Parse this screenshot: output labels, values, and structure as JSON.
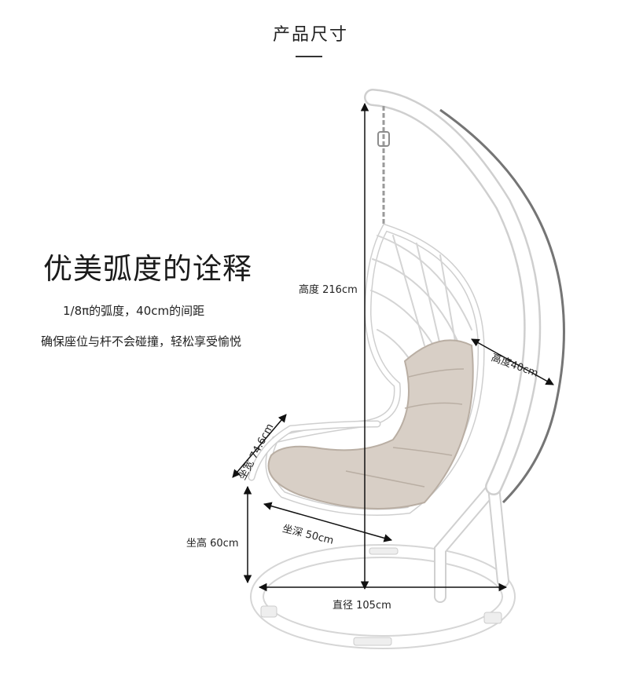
{
  "header": {
    "title": "产品尺寸"
  },
  "intro": {
    "headline": "优美弧度的诠释",
    "line1": "1/8π的弧度，40cm的间距",
    "line2": "确保座位与杆不会碰撞，轻松享受愉悦"
  },
  "dimensions": {
    "total_height": "高度 216cm",
    "seat_height": "坐高 60cm",
    "seat_depth": "坐深 50cm",
    "diameter": "直径 105cm",
    "seat_width": "坐宽 74.6cm",
    "cushion_height": "高度40cm"
  },
  "colors": {
    "frame": "#ffffff",
    "frame_outline": "#cfcfcf",
    "cushion": "#d8cfc6",
    "cushion_shade": "#b9aea3",
    "chain": "#9a9a9a",
    "arrow": "#111111"
  }
}
